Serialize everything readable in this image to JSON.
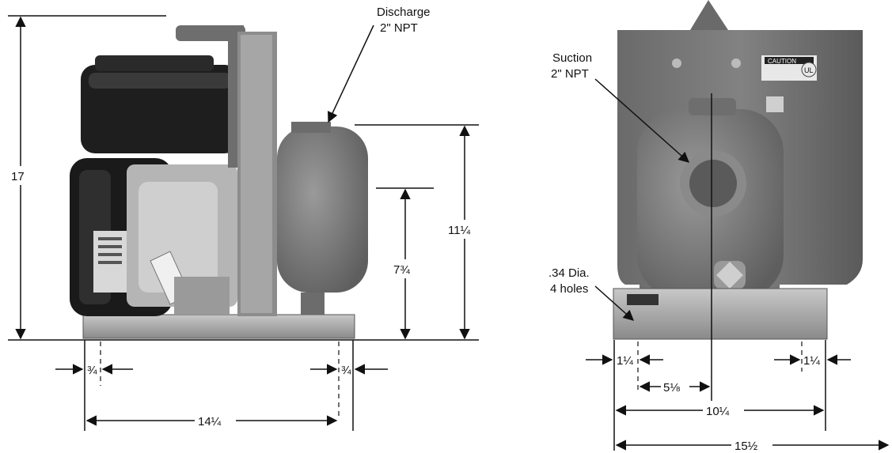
{
  "side_view": {
    "height_overall": "17",
    "height_discharge": "11¼",
    "height_center": "7¾",
    "discharge_label_1": "Discharge",
    "discharge_label_2": "2\" NPT",
    "hole_offset_left": "¾",
    "hole_offset_right": "¾",
    "hole_spacing": "14¼"
  },
  "front_view": {
    "suction_label_1": "Suction",
    "suction_label_2": "2\" NPT",
    "hole_label_1": ".34 Dia.",
    "hole_label_2": "4 holes",
    "hole_offset_left": "1¼",
    "hole_offset_right": "1¼",
    "center_offset": "5⅛",
    "hole_spacing": "10¼",
    "base_width": "15½",
    "caution_text": "CAUTION",
    "ul_mark": "UL"
  },
  "colors": {
    "steel": "#9c9c9c",
    "engine_black": "#222222",
    "pump_gray": "#7d7d7d",
    "line": "#111111"
  }
}
